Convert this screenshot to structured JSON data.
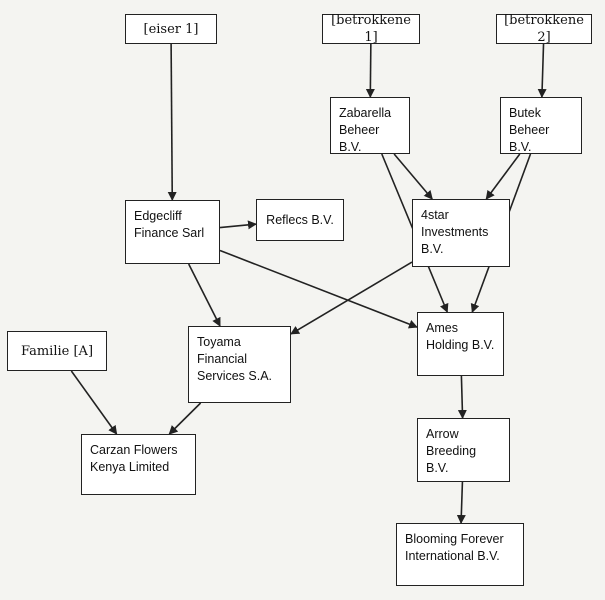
{
  "colors": {
    "background": "#f4f4f1",
    "box_fill": "#ffffff",
    "line": "#222222"
  },
  "nodes": {
    "eiser1": "[eiser 1]",
    "betrokkene1": "[betrokkene 1]",
    "betrokkene2": "[betrokkene 2]",
    "zabarella": "Zabarella\nBeheer B.V.",
    "butek": "Butek\nBeheer B.V.",
    "edgecliff": "Edgecliff\nFinance Sarl",
    "reflecs": "Reflecs B.V.",
    "fourstar": "4star\nInvestments\nB.V.",
    "familie": "Familie  [A]",
    "toyama": "Toyama\nFinancial\nServices S.A.",
    "ames": "Ames\nHolding B.V.",
    "carzan": "Carzan Flowers\nKenya Limited",
    "arrow": "Arrow\nBreeding B.V.",
    "blooming": "Blooming Forever\nInternational B.V."
  },
  "edges": [
    [
      "eiser1",
      "edgecliff"
    ],
    [
      "betrokkene1",
      "zabarella"
    ],
    [
      "betrokkene2",
      "butek"
    ],
    [
      "zabarella",
      "fourstar"
    ],
    [
      "zabarella",
      "ames"
    ],
    [
      "butek",
      "fourstar"
    ],
    [
      "butek",
      "ames"
    ],
    [
      "edgecliff",
      "reflecs"
    ],
    [
      "edgecliff",
      "toyama"
    ],
    [
      "edgecliff",
      "ames"
    ],
    [
      "fourstar",
      "toyama"
    ],
    [
      "familie",
      "carzan"
    ],
    [
      "toyama",
      "carzan"
    ],
    [
      "ames",
      "arrow"
    ],
    [
      "arrow",
      "blooming"
    ]
  ]
}
